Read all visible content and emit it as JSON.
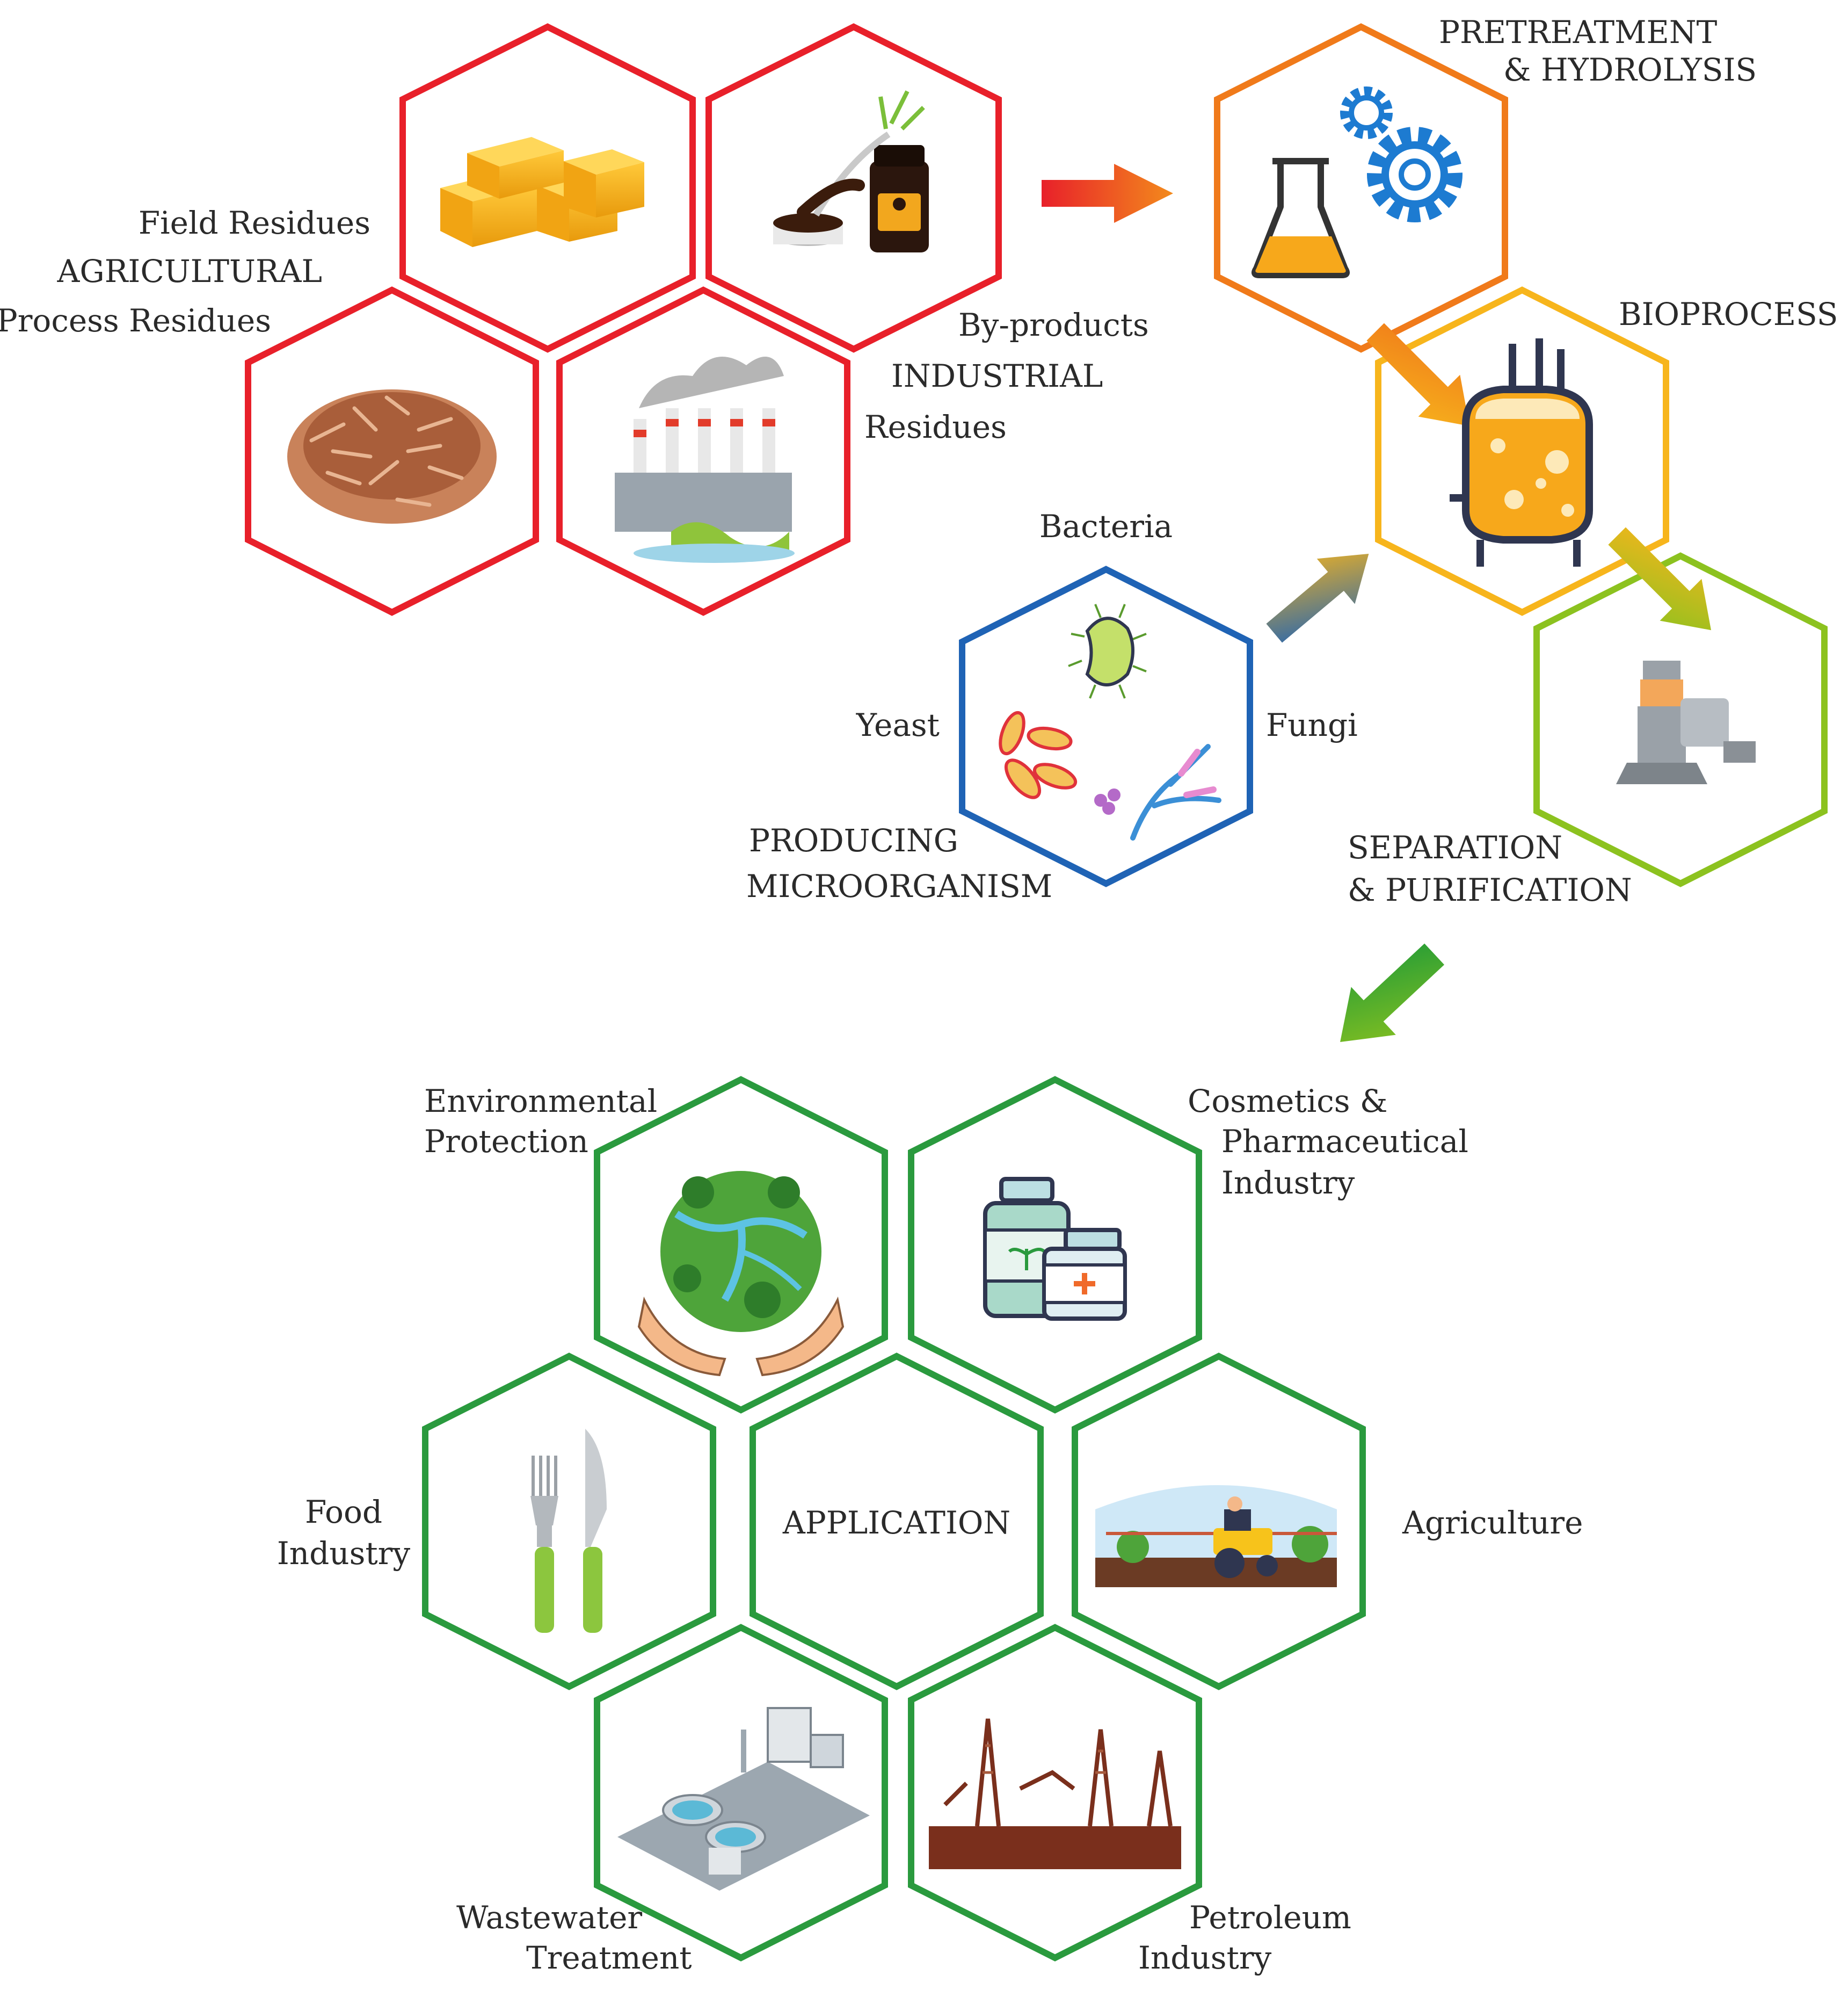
{
  "colors": {
    "agricultural": "#e8202a",
    "pretreatment": "#f07a1a",
    "bioprocess": "#f7b51c",
    "separation": "#8cc21f",
    "microorganism": "#1f63b5",
    "application": "#2a9a3e",
    "text": "#2a2a2a"
  },
  "icons": {
    "hay": "hay-bales-icon",
    "molasses": "molasses-jar-icon",
    "husks": "grain-husks-icon",
    "factory": "factory-icon",
    "flask": "flask-icon",
    "gears": "gears-icon",
    "reactor": "bioreactor-icon",
    "pump": "pump-icon",
    "microbes": "microbes-icon",
    "earth": "earth-in-hands-icon",
    "bottles": "medicine-bottles-icon",
    "cutlery": "fork-knife-icon",
    "tractor": "tractor-icon",
    "plant": "treatment-plant-icon",
    "oil": "oil-rigs-icon"
  },
  "labels": {
    "field_residues": "Field Residues",
    "agricultural": "AGRICULTURAL",
    "process_residues": "Process Residues",
    "by_products": "By-products",
    "industrial": "INDUSTRIAL",
    "residues": "Residues",
    "pretreatment_1": "PRETREATMENT",
    "pretreatment_2": "& HYDROLYSIS",
    "bioprocess": "BIOPROCESS",
    "bacteria": "Bacteria",
    "yeast": "Yeast",
    "fungi": "Fungi",
    "producing_1": "PRODUCING",
    "producing_2": "MICROORGANISM",
    "separation_1": "SEPARATION",
    "separation_2": "& PURIFICATION",
    "env_1": "Environmental",
    "env_2": "Protection",
    "cos_1": "Cosmetics &",
    "cos_2": "Pharmaceutical",
    "cos_3": "Industry",
    "food_1": "Food",
    "food_2": "Industry",
    "application": "APPLICATION",
    "agriculture": "Agriculture",
    "waste_1": "Wastewater",
    "waste_2": "Treatment",
    "pet_1": "Petroleum",
    "pet_2": "Industry"
  }
}
